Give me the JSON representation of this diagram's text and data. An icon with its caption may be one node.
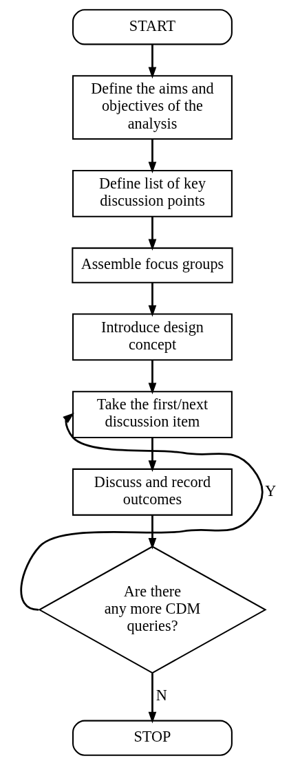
{
  "diagram": {
    "nodes": [
      {
        "text": [
          "START"
        ]
      },
      {
        "text": [
          "Define the aims and objectives of the analysis"
        ]
      },
      {
        "text": [
          "Define list of key discussion points"
        ]
      },
      {
        "text": [
          "Assemble focus groups"
        ]
      },
      {
        "text": [
          "Introduce design concept"
        ]
      },
      {
        "text": [
          "Take the first/next discussion item"
        ]
      },
      {
        "text": [
          "Discuss and record outcomes"
        ]
      },
      {
        "text": [
          "Are there any more CDM queries?"
        ]
      },
      {
        "text": [
          "STOP"
        ]
      }
    ],
    "edges": [
      {
        "from": 0,
        "to": 1,
        "arrow": "to"
      },
      {
        "from": 1,
        "to": 2,
        "arrow": "to"
      },
      {
        "from": 2,
        "to": 3,
        "arrow": "to"
      },
      {
        "from": 3,
        "to": 4,
        "arrow": "to"
      },
      {
        "from": 4,
        "to": 5,
        "arrow": "to"
      },
      {
        "from": 5,
        "to": 6,
        "arrow": "to"
      },
      {
        "from": 6,
        "to": 7,
        "arrow": "to"
      },
      {
        "from": 7,
        "to": 5,
        "label": "Y",
        "arrow": "to"
      },
      {
        "from": 7,
        "to": 8,
        "label": "N",
        "arrow": "to"
      }
    ]
  }
}
